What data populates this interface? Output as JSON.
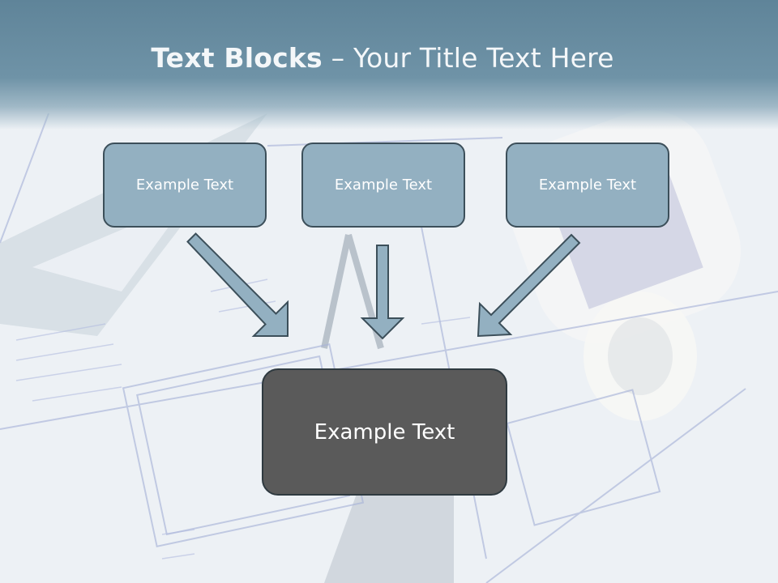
{
  "slide": {
    "title_bold": "Text Blocks",
    "title_sep": " – ",
    "title_rest": "Your Title Text Here"
  },
  "blocks": {
    "top": [
      "Example Text",
      "Example Text",
      "Example Text"
    ],
    "bottom": "Example Text"
  },
  "colors": {
    "header": "#6f93a7",
    "top_box_fill": "#93b0c1",
    "bottom_box_fill": "#5a5a5a",
    "arrow_fill": "#93b0c1"
  }
}
